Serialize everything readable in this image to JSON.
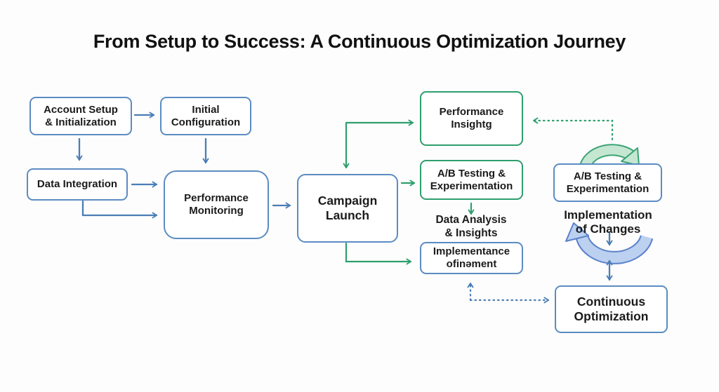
{
  "title": "From Setup to Success: A Continuous Optimization Journey",
  "nodes": {
    "account_setup": {
      "lines": [
        "Account Setup",
        "& Initialization"
      ]
    },
    "initial_configuration": {
      "lines": [
        "Initial",
        "Configuration"
      ]
    },
    "data_integration": {
      "lines": [
        "Data Integration"
      ]
    },
    "performance_monitoring": {
      "lines": [
        "Performance",
        "Monitoring"
      ]
    },
    "campaign_launch": {
      "lines": [
        "Campaign",
        "Launch"
      ]
    },
    "performance_insights": {
      "lines": [
        "Performance",
        "Insightg"
      ]
    },
    "ab_testing_mid": {
      "lines": [
        "A/B Testing &",
        "Experimentation"
      ]
    },
    "data_analysis": {
      "lines": [
        "Data Analysis",
        "& Insights"
      ]
    },
    "implementance": {
      "lines": [
        "Implementance",
        "ofinəment"
      ]
    },
    "ab_testing_right": {
      "lines": [
        "A/B Testing &",
        "Experimentation"
      ]
    },
    "implementation_of_changes": {
      "lines": [
        "Implementation",
        "of Changes"
      ]
    },
    "continuous_optimization": {
      "lines": [
        "Continuous",
        "Optimization"
      ]
    }
  },
  "colors": {
    "blue_arrow": "#4a7db5",
    "blue_border": "#5b8cc2",
    "green": "#2f9e6e",
    "cycle_green_fill": "#c5e7d2",
    "cycle_green_stroke": "#3aa374",
    "cycle_blue_fill": "#bcd0f0",
    "cycle_blue_stroke": "#5b82cc",
    "text": "#1b1b1b",
    "background": "#fdfdfd"
  }
}
